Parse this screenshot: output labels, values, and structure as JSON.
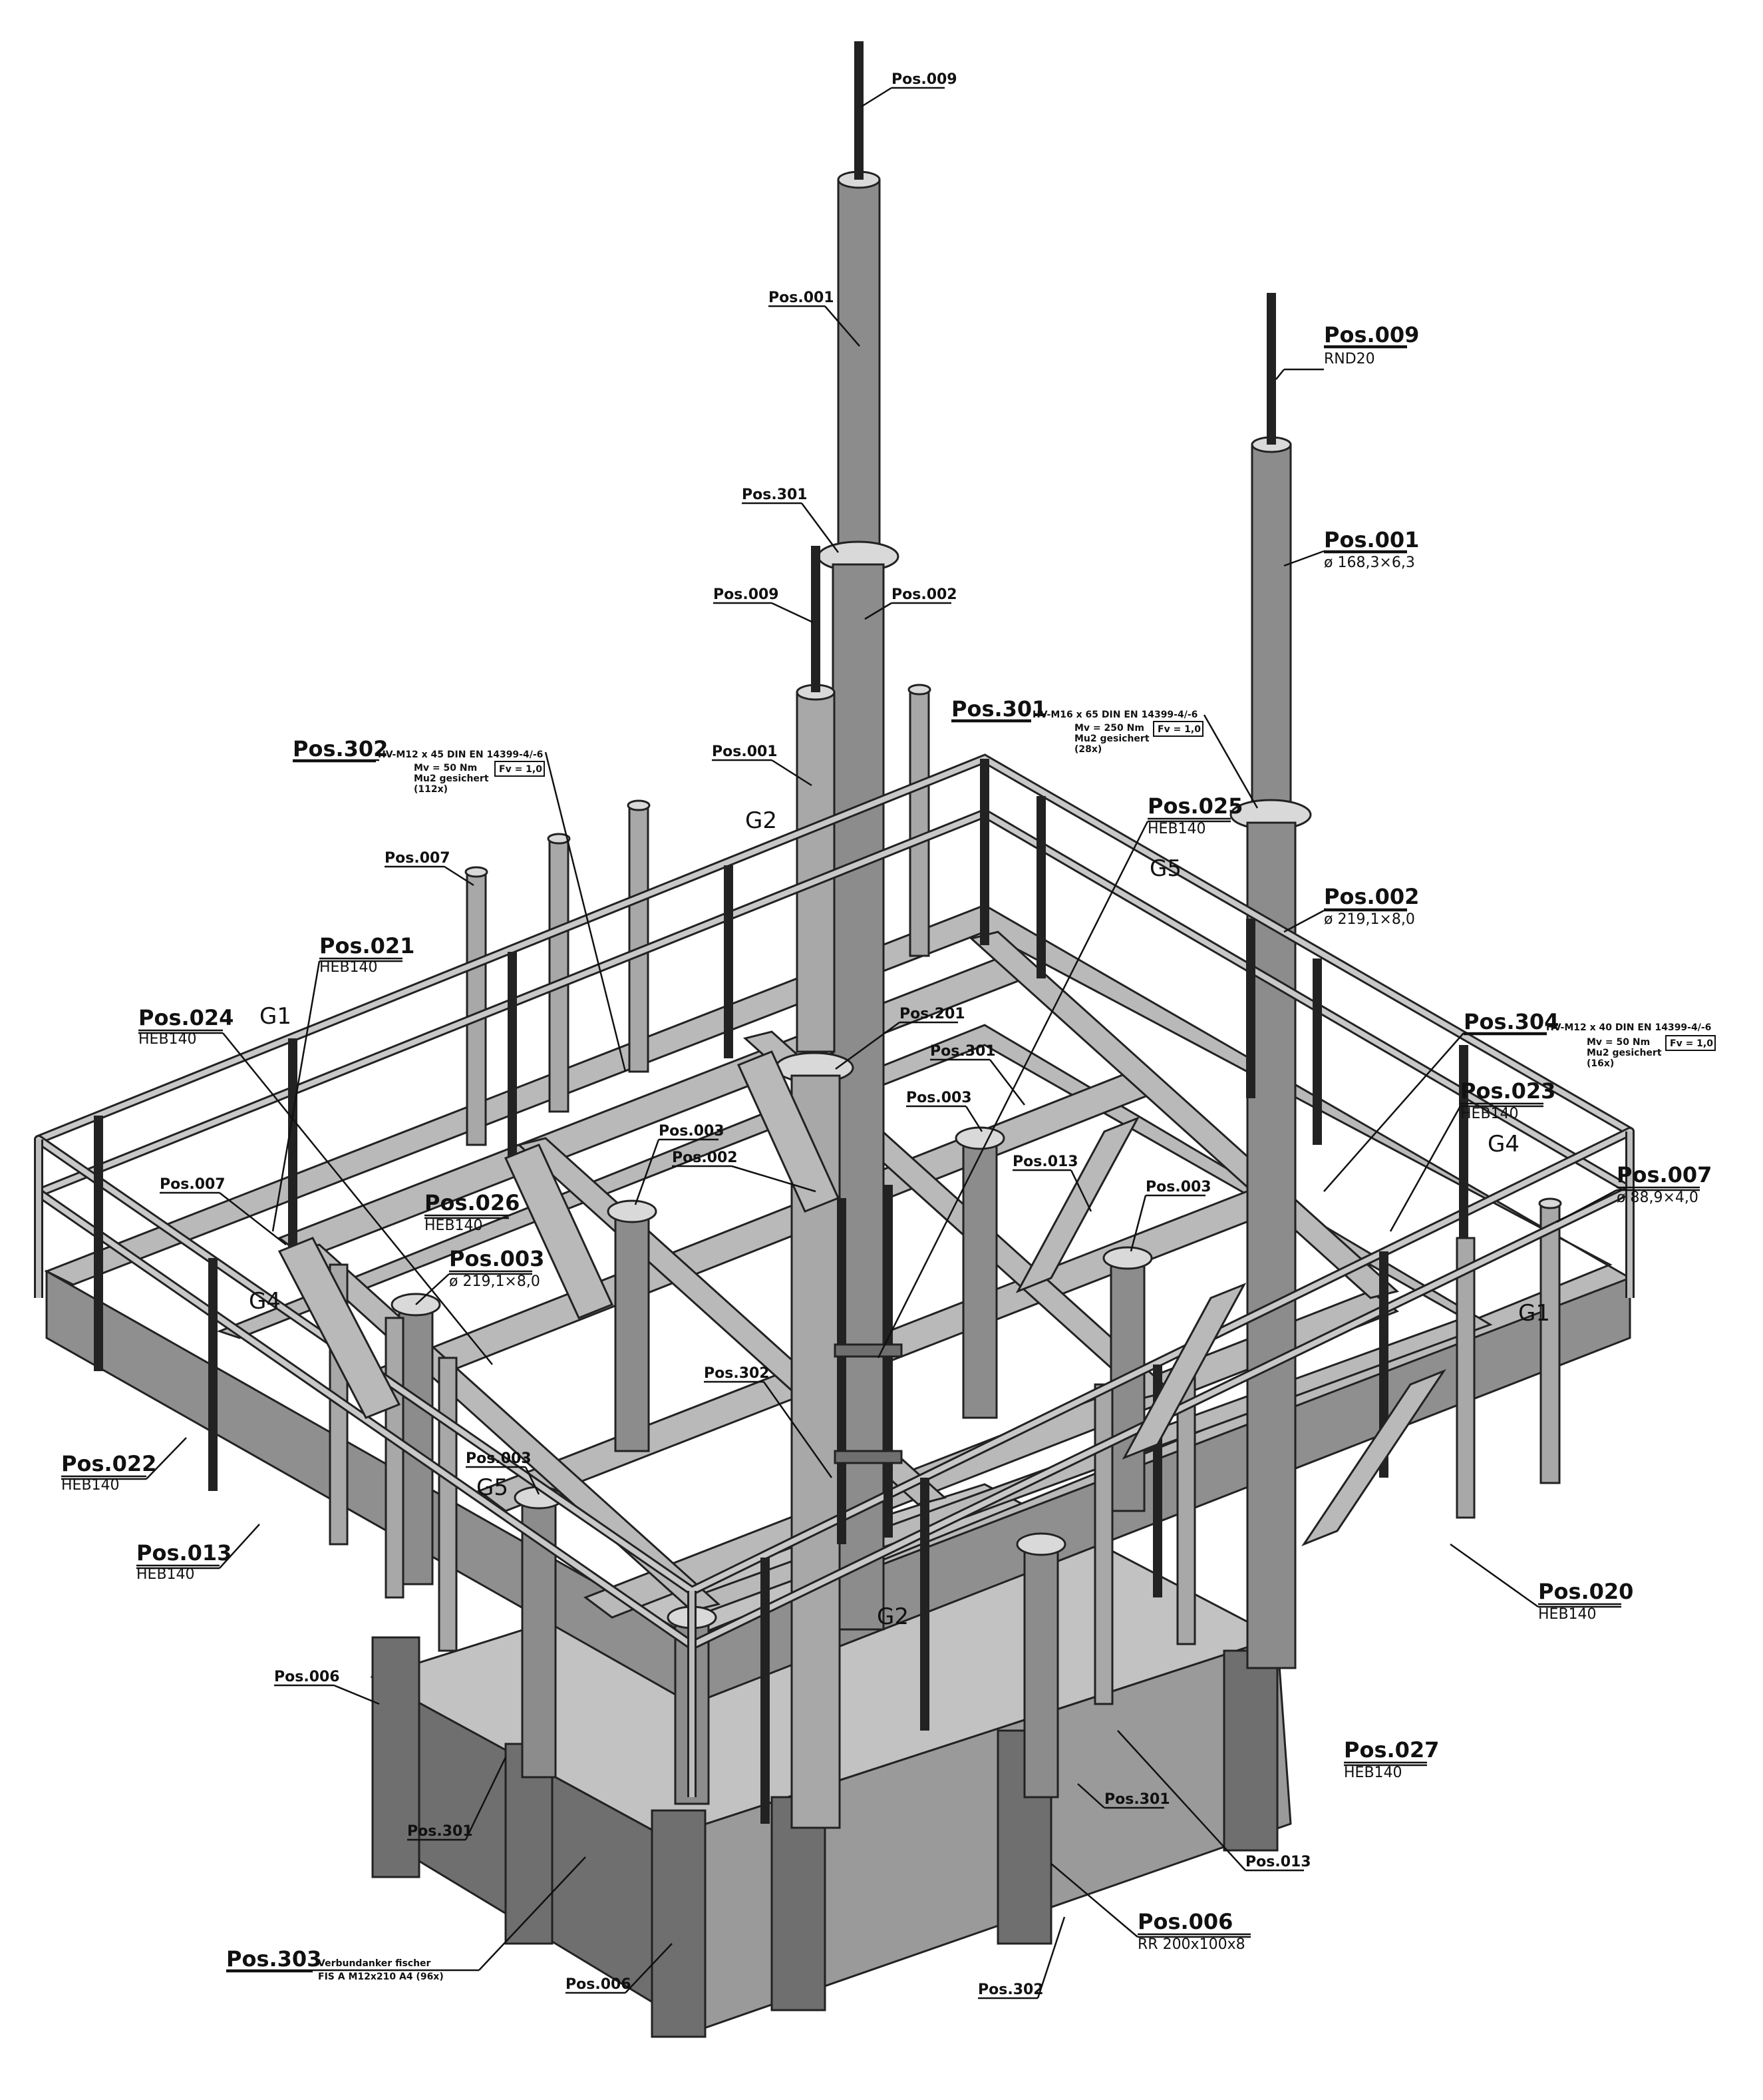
{
  "labels": {
    "p009_top": "Pos.009",
    "p001_left": "Pos.001",
    "p009_right": "Pos.009",
    "p009_right_sub": "RND20",
    "p301_upper": "Pos.301",
    "p002_upper": "Pos.002",
    "p009_mid": "Pos.009",
    "p001_right": "Pos.001",
    "p001_right_sub": "ø 168,3×6,3",
    "p301_main": "Pos.301",
    "p301_main_spec": "HV-M16 x 65 DIN EN 14399-4/-6",
    "p301_main_note1": "Mv = 250 Nm",
    "p301_main_note2": "Mu2 gesichert",
    "p301_main_note3": "(28x)",
    "p301_main_box": "Fv = 1,0",
    "p302_main": "Pos.302",
    "p302_main_spec": "HV-M12 x 45 DIN EN 14399-4/-6",
    "p302_main_note1": "Mv = 50 Nm",
    "p302_main_note2": "Mu2 gesichert",
    "p302_main_note3": "(112x)",
    "p302_main_box": "Fv = 1,0",
    "p001_mid": "Pos.001",
    "g2_top": "G2",
    "p025": "Pos.025",
    "p025_sub": "HEB140",
    "g5_top": "G5",
    "p002_right": "Pos.002",
    "p002_right_sub": "ø 219,1×8,0",
    "p007_left": "Pos.007",
    "p021": "Pos.021",
    "p021_sub": "HEB140",
    "p024": "Pos.024",
    "p024_sub": "HEB140",
    "g1_left": "G1",
    "p201": "Pos.201",
    "p304": "Pos.304",
    "p304_spec": "HV-M12 x 40 DIN EN 14399-4/-6",
    "p304_note1": "Mv = 50 Nm",
    "p304_note2": "Mu2 gesichert",
    "p304_note3": "(16x)",
    "p304_box": "Fv = 1,0",
    "p301_center": "Pos.301",
    "p003_center": "Pos.003",
    "p023": "Pos.023",
    "p023_sub": "HEB140",
    "p003_a": "Pos.003",
    "p002_center": "Pos.002",
    "p013_center": "Pos.013",
    "g4_right": "G4",
    "p003_right": "Pos.003",
    "p007_right": "Pos.007",
    "p007_right_sub": "ø 88,9×4,0",
    "p007_mid": "Pos.007",
    "p026": "Pos.026",
    "p026_sub": "HEB140",
    "p003_left": "Pos.003",
    "p003_left_sub": "ø 219,1×8,0",
    "g4_left": "G4",
    "g1_right": "G1",
    "p302_center": "Pos.302",
    "p022": "Pos.022",
    "p022_sub": "HEB140",
    "p003_low": "Pos.003",
    "g5_low": "G5",
    "p013_left": "Pos.013",
    "p013_left_sub": "HEB140",
    "p020": "Pos.020",
    "p020_sub": "HEB140",
    "g2_low": "G2",
    "p006_left": "Pos.006",
    "p027": "Pos.027",
    "p027_sub": "HEB140",
    "p301_low": "Pos.301",
    "p301_base": "Pos.301",
    "p013_low": "Pos.013",
    "p006_right": "Pos.006",
    "p006_right_sub": "RR 200x100x8",
    "p303": "Pos.303",
    "p303_spec1": "Verbundanker fischer",
    "p303_spec2": "FIS A M12x210 A4  (96x)",
    "p006_bottom": "Pos.006",
    "p302_bottom": "Pos.302"
  }
}
